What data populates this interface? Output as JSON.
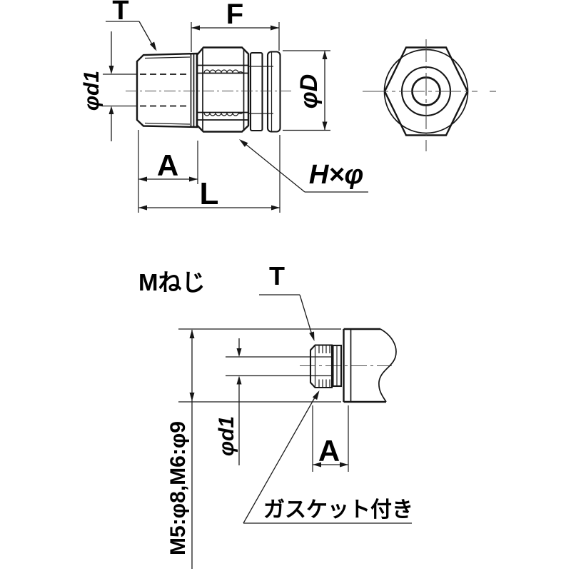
{
  "top_view": {
    "thread_label": "T",
    "f_label": "F",
    "bore_label": "φd1",
    "outer_dia_label": "φD",
    "a_label": "A",
    "l_label": "L",
    "hex_label": "H×φ"
  },
  "bottom_view": {
    "m_thread_label": "Mねじ",
    "thread_label": "T",
    "bore_label": "φd1",
    "a_label": "A",
    "size_note": "M5:φ8,M6:φ9",
    "gasket_note": "ガスケット付き"
  },
  "colors": {
    "line": "#161616",
    "centerline": "#4a4a4a",
    "background": "#ffffff"
  }
}
